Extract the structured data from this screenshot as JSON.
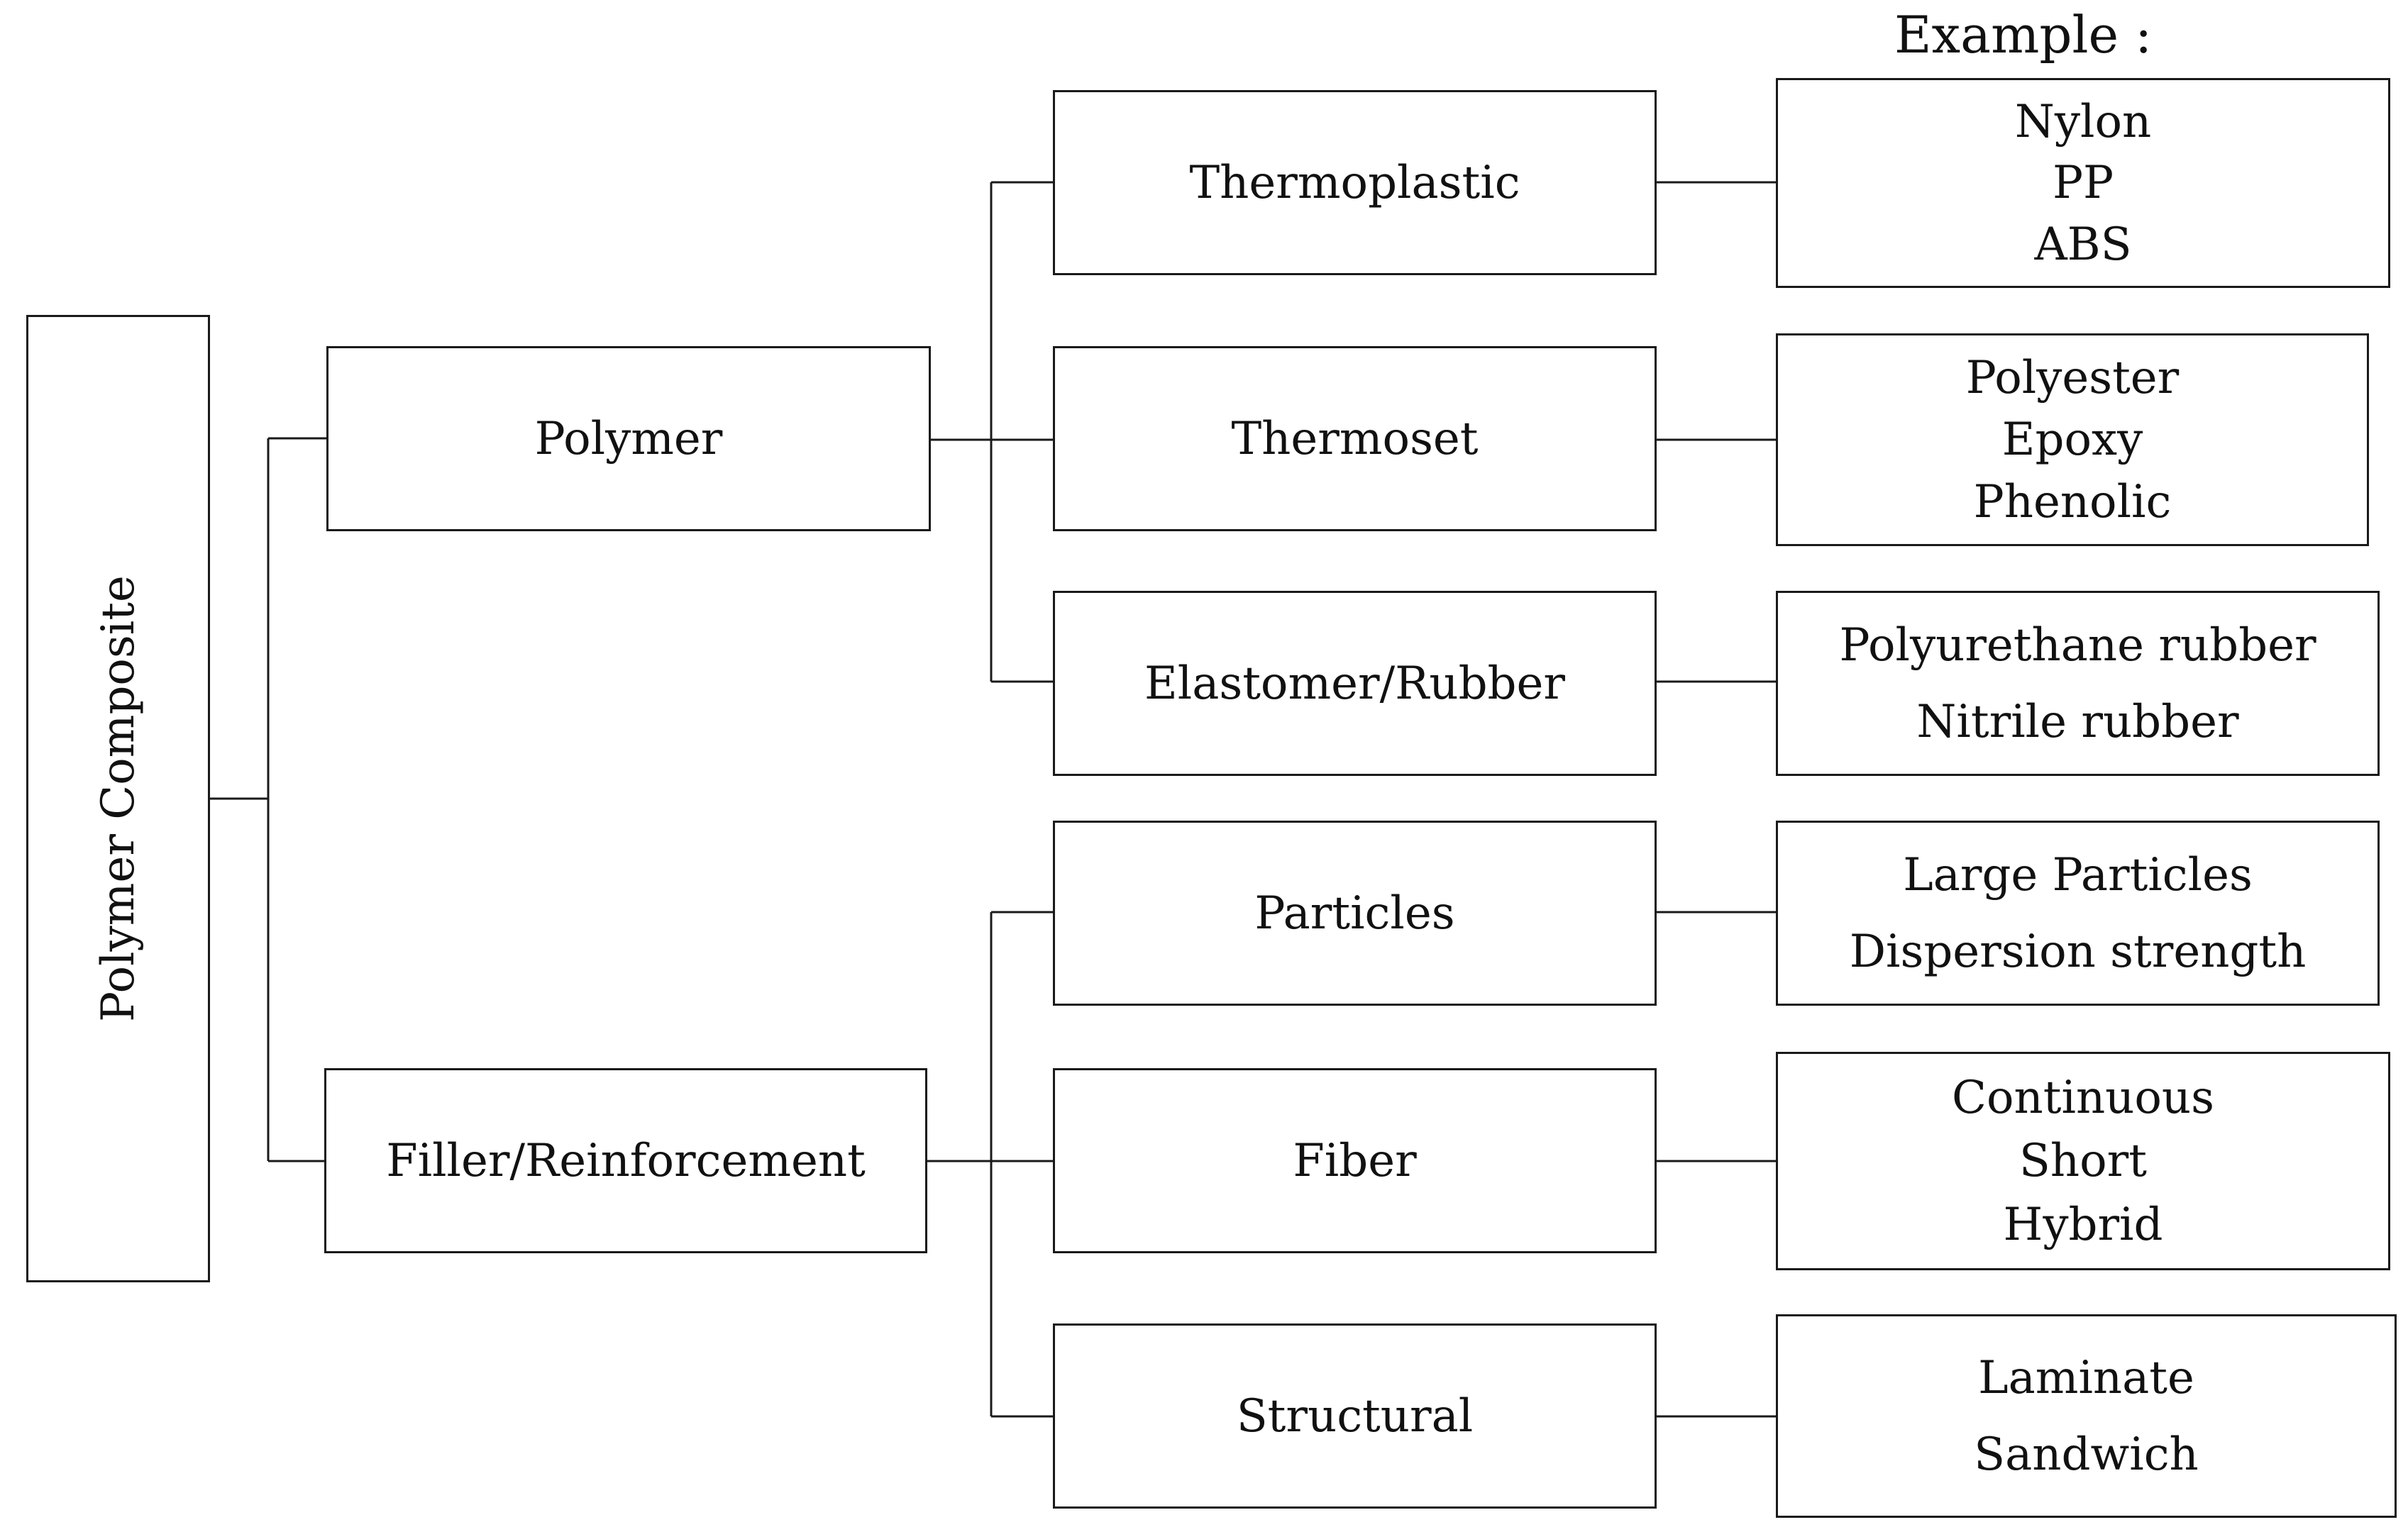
{
  "example_label": "Example :",
  "root": "Polymer Composite",
  "level1": [
    "Polymer",
    "Filler/Reinforcement"
  ],
  "level2": [
    {
      "label": "Thermoplastic",
      "examples": [
        "Nylon",
        "PP",
        "ABS"
      ]
    },
    {
      "label": "Thermoset",
      "examples": [
        "Polyester",
        "Epoxy",
        "Phenolic"
      ]
    },
    {
      "label": "Elastomer/Rubber",
      "examples": [
        "Polyurethane rubber",
        "Nitrile rubber"
      ]
    },
    {
      "label": "Particles",
      "examples": [
        "Large Particles",
        "Dispersion strength"
      ]
    },
    {
      "label": "Fiber",
      "examples": [
        "Continuous",
        "Short",
        "Hybrid"
      ]
    },
    {
      "label": "Structural",
      "examples": [
        "Laminate",
        "Sandwich"
      ]
    }
  ]
}
